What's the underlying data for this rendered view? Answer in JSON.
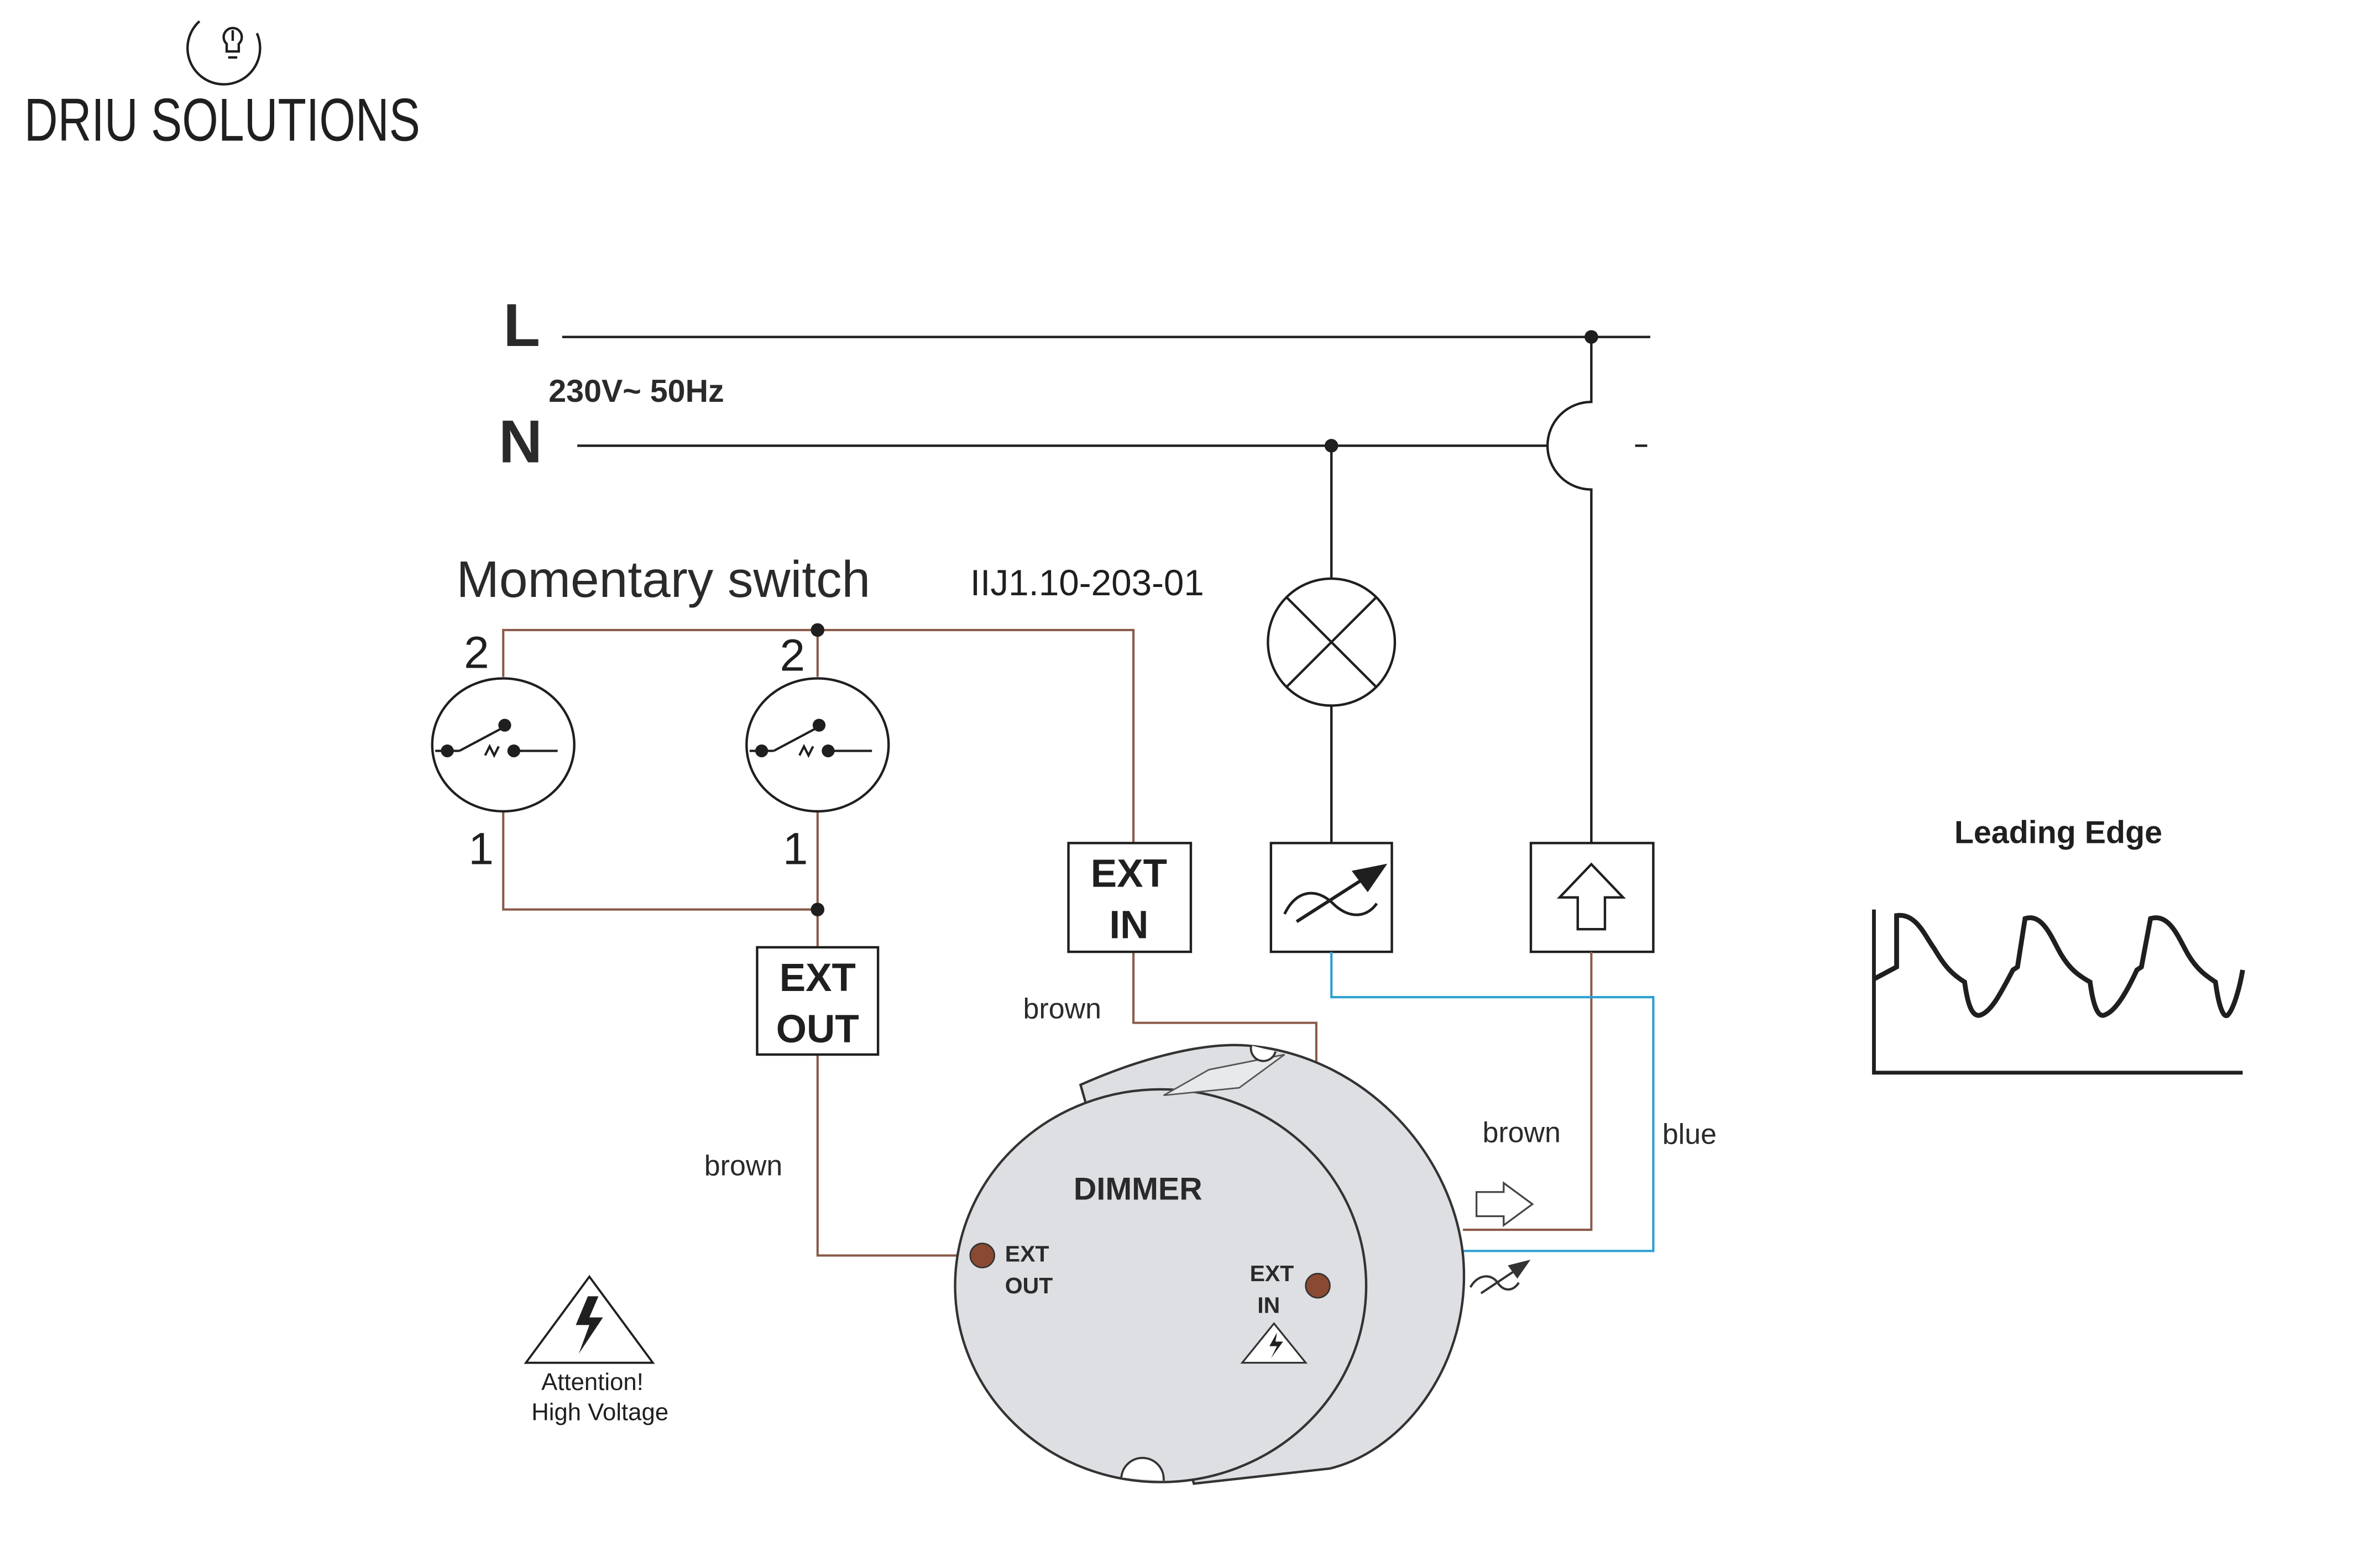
{
  "logo": {
    "brand": "DRIU SOLUTIONS"
  },
  "supply": {
    "line_label": "L",
    "neutral_label": "N",
    "rating": "230V~ 50Hz"
  },
  "switch_section": {
    "title": "Momentary switch",
    "part_number": "IIJ1.10-203-01",
    "switch_left": {
      "top_terminal": "2",
      "bottom_terminal": "1"
    },
    "switch_right": {
      "top_terminal": "2",
      "bottom_terminal": "1"
    }
  },
  "boxes": {
    "ext_out_line1": "EXT",
    "ext_out_line2": "OUT",
    "ext_in_line1": "EXT",
    "ext_in_line2": "IN"
  },
  "wire_labels": {
    "brown_ext_out": "brown",
    "brown_ext_in": "brown",
    "brown_output": "brown",
    "blue_output": "blue"
  },
  "dimmer": {
    "title": "DIMMER",
    "ext_out_line1": "EXT",
    "ext_out_line2": "OUT",
    "ext_in_line1": "EXT",
    "ext_in_line2": "IN"
  },
  "warning": {
    "line1": "Attention!",
    "line2": "High Voltage"
  },
  "waveform": {
    "title": "Leading Edge"
  },
  "colors": {
    "black_wire": "#1f1f1f",
    "brown_wire": "#8a5a4a",
    "blue_wire": "#2a9fd0",
    "dimmer_body": "#dddfe2",
    "terminal_dot": "#8a4a32"
  },
  "icons": [
    "logo-bulb-icon",
    "lamp-icon",
    "dimmer-symbol-icon",
    "up-arrow-icon",
    "lightning-warning-icon",
    "momentary-switch-icon"
  ]
}
